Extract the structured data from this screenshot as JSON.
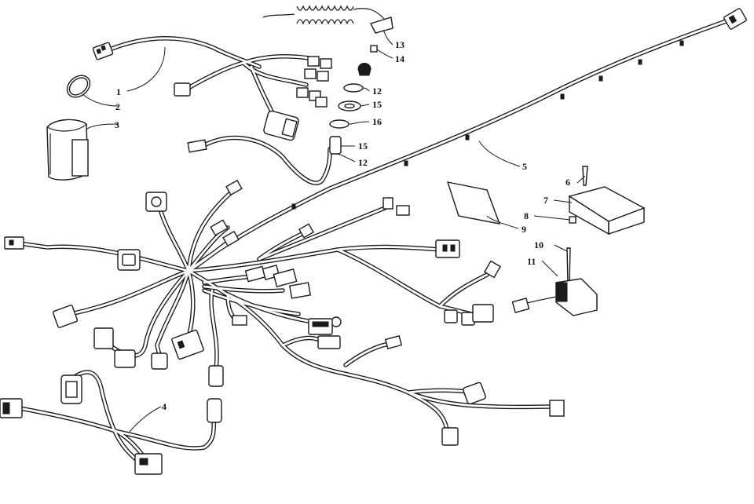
{
  "callouts": [
    {
      "id": "c1",
      "label": "1"
    },
    {
      "id": "c2",
      "label": "2"
    },
    {
      "id": "c3",
      "label": "3"
    },
    {
      "id": "c4",
      "label": "4"
    },
    {
      "id": "c5",
      "label": "5"
    },
    {
      "id": "c6",
      "label": "6"
    },
    {
      "id": "c7",
      "label": "7"
    },
    {
      "id": "c8",
      "label": "8"
    },
    {
      "id": "c9",
      "label": "9"
    },
    {
      "id": "c10",
      "label": "10"
    },
    {
      "id": "c11",
      "label": "11"
    },
    {
      "id": "c12a",
      "label": "12"
    },
    {
      "id": "c12b",
      "label": "12"
    },
    {
      "id": "c13",
      "label": "13"
    },
    {
      "id": "c14",
      "label": "14"
    },
    {
      "id": "c15a",
      "label": "15"
    },
    {
      "id": "c15b",
      "label": "15"
    },
    {
      "id": "c16",
      "label": "16"
    }
  ]
}
